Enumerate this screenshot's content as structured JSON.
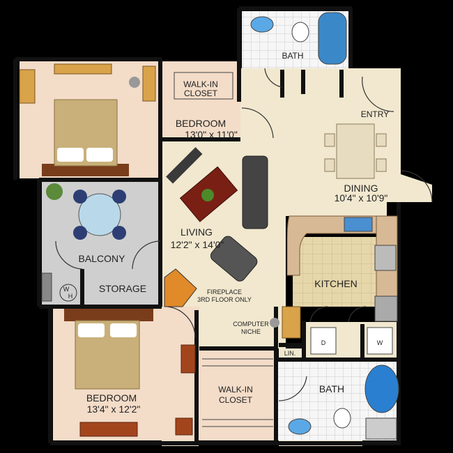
{
  "rooms": {
    "bath_top": {
      "name": "BATH"
    },
    "walkin_top": {
      "line1": "WALK-IN",
      "line2": "CLOSET"
    },
    "bedroom_top": {
      "name": "BEDROOM",
      "dims": "13'0\" x 11'0\""
    },
    "entry": {
      "name": "ENTRY"
    },
    "dining": {
      "name": "DINING",
      "dims": "10'4\" x 10'9\""
    },
    "living": {
      "name": "LIVING",
      "dims": "12'2\" x 14'0\""
    },
    "balcony": {
      "name": "BALCONY"
    },
    "storage": {
      "name": "STORAGE"
    },
    "wh": {
      "line1": "W",
      "line2": "H"
    },
    "fireplace": {
      "line1": "FIREPLACE",
      "line2": "3RD FLOOR ONLY"
    },
    "kitchen": {
      "name": "KITCHEN"
    },
    "computer_niche": {
      "line1": "COMPUTER",
      "line2": "NICHE"
    },
    "dryer": {
      "name": "D"
    },
    "washer": {
      "name": "W"
    },
    "linen": {
      "name": "LIN."
    },
    "bath_bottom": {
      "name": "BATH"
    },
    "walkin_bottom": {
      "line1": "WALK-IN",
      "line2": "CLOSET"
    },
    "bedroom_bottom": {
      "name": "BEDROOM",
      "dims": "13'4\" x 12'2\""
    }
  },
  "colors": {
    "background": "#000000",
    "bedroom_floor": "#f3dcc8",
    "main_floor": "#f1e8cf",
    "balcony_floor": "#cfcfcf",
    "tile_floor": "#f4f4f4",
    "kitchen_floor": "#e4d4a8",
    "wall": "#1a1a1a",
    "accent_door": "#1a1a1a"
  }
}
